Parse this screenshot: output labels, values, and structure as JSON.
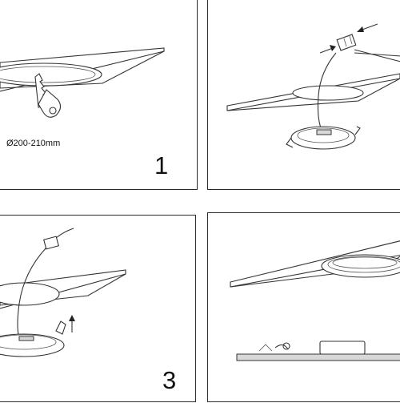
{
  "panels": [
    {
      "step": "1",
      "dimension_label": "Ø200-210mm"
    },
    {
      "step": ""
    },
    {
      "step": "3"
    },
    {
      "step": ""
    }
  ],
  "colors": {
    "line": "#333333",
    "background": "#ffffff",
    "fill_gray": "#d8d8d8"
  }
}
